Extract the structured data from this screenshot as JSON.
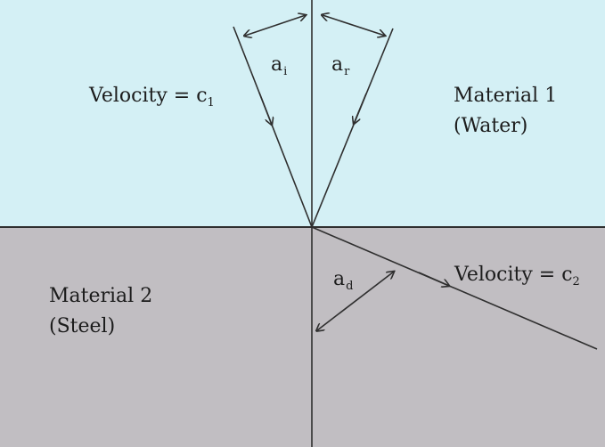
{
  "colors": {
    "material1_fill": "#d4f0f5",
    "material2_fill": "#c1bec2",
    "line": "#2f2f2f"
  },
  "material1": {
    "name": "Material 1",
    "substance": "(Water)",
    "velocity_label": "Velocity  = c",
    "velocity_subscript": "1"
  },
  "material2": {
    "name": "Material 2",
    "substance": "(Steel)",
    "velocity_label": "Velocity  = c",
    "velocity_subscript": "2"
  },
  "angles": {
    "incident": {
      "symbol": "a",
      "subscript": "i"
    },
    "reflected": {
      "symbol": "a",
      "subscript": "r"
    },
    "refracted": {
      "symbol": "a",
      "subscript": "d"
    }
  }
}
